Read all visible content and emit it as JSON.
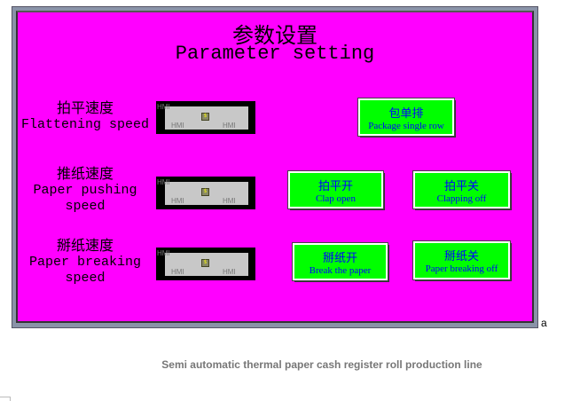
{
  "title": {
    "cn": "参数设置",
    "en": "Parameter setting"
  },
  "params": [
    {
      "cn": "拍平速度",
      "en": "Flattening speed"
    },
    {
      "cn": "推纸速度",
      "en": "Paper pushing speed"
    },
    {
      "cn": "掰纸速度",
      "en": "Paper breaking speed"
    }
  ],
  "input_watermark": "HMI",
  "buttons": {
    "package": {
      "cn": "包单排",
      "en": "Package single row"
    },
    "clap_open": {
      "cn": "拍平开",
      "en": "Clap open"
    },
    "clap_off": {
      "cn": "拍平关",
      "en": "Clapping off"
    },
    "break_open": {
      "cn": "掰纸开",
      "en": "Break the paper"
    },
    "break_off": {
      "cn": "掰纸关",
      "en": "Paper breaking off"
    }
  },
  "stray_char": "a",
  "footer": "Semi automatic thermal paper cash register roll production line",
  "colors": {
    "background": "#ff00ff",
    "button": "#00ff00",
    "button_text": "#0000ff"
  }
}
